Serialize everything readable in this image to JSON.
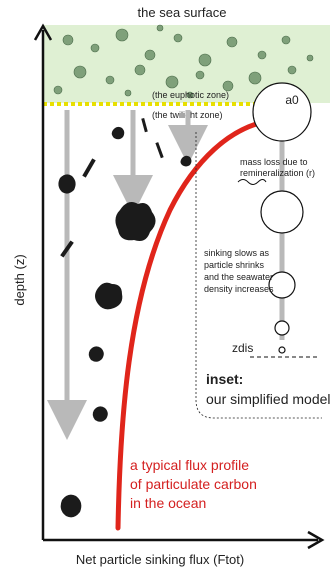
{
  "labels": {
    "sea_surface": "the sea surface",
    "euphotic_zone": "(the euphotic zone)",
    "twilight_zone": "(the twilight zone)",
    "y_axis": "depth (z)",
    "x_axis": "Net particle sinking flux (Ftot)",
    "a0": "a0",
    "mass_loss_line1": "mass loss due to",
    "mass_loss_line2": "remineralization (r)",
    "sinking_line1": "sinking slows as",
    "sinking_line2": "particle shrinks",
    "sinking_line3": "and the seawater",
    "sinking_line4": "density increases",
    "zdis": "zdis",
    "inset_title": "inset:",
    "inset_subtitle": "our simplified model",
    "flux_line1": "a typical flux profile",
    "flux_line2": "of particulate carbon",
    "flux_line3": "in the ocean"
  },
  "colors": {
    "euphotic_fill": "#dff0d3",
    "zone_boundary": "#e8e000",
    "flux_curve": "#e0251b",
    "flux_text": "#d42020",
    "sinking_arrows": "#b9b9b9",
    "axis": "#111111",
    "particles": "#1b1b1b"
  }
}
